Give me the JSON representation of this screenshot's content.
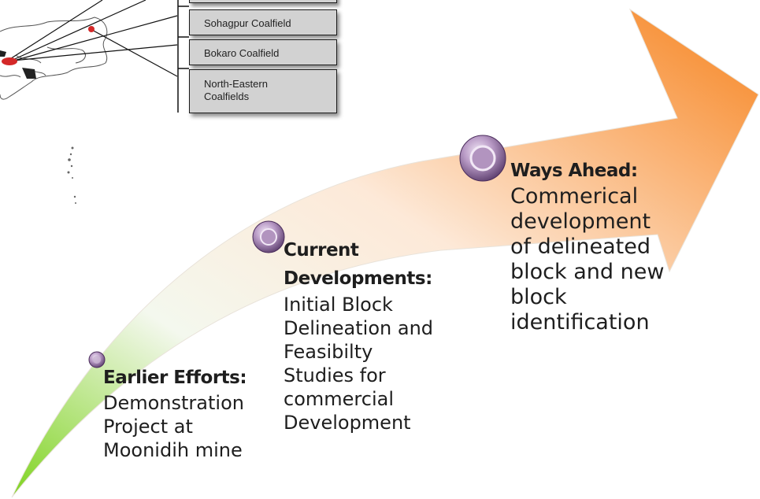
{
  "coalfields": [
    {
      "name": "Sohagpur Coalfield"
    },
    {
      "name": "Bokaro Coalfield"
    },
    {
      "name": "North-Eastern Coalfields"
    }
  ],
  "stages": [
    {
      "heading": "Earlier Efforts",
      "colon": ":",
      "body": "Demonstration Project at Moonidih mine"
    },
    {
      "heading": "Current Developments",
      "colon": ":",
      "body": "Initial Block Delineation and Feasibilty Studies for commercial Development"
    },
    {
      "heading": "Ways Ahead",
      "colon": ":",
      "body": "Commerical development of delineated block and new block identification"
    }
  ],
  "colors": {
    "arrow_start": "#7fd321",
    "arrow_end": "#f7831e",
    "bullet": "#8c6a9e",
    "map_marker": "#d42828"
  }
}
